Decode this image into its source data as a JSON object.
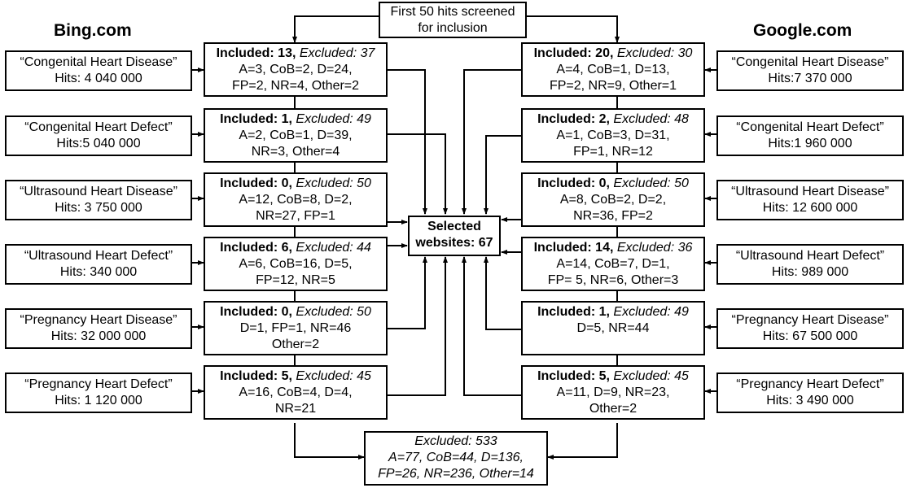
{
  "top": {
    "line1": "First 50 hits screened",
    "line2": "for inclusion"
  },
  "bing": {
    "title": "Bing.com",
    "rows": [
      {
        "query": "“Congenital Heart Disease”",
        "hits": "Hits: 4 040 000",
        "inc_label": "Included:",
        "inc": "13,",
        "exc": "Excluded: 37",
        "l2": "A=3, CoB=2, D=24,",
        "l3": "FP=2, NR=4, Other=2"
      },
      {
        "query": "“Congenital Heart Defect”",
        "hits": "Hits:5 040 000",
        "inc_label": "Included:",
        "inc": "1,",
        "exc": "Excluded: 49",
        "l2": "A=2, CoB=1, D=39,",
        "l3": "NR=3, Other=4"
      },
      {
        "query": "“Ultrasound Heart Disease”",
        "hits": "Hits: 3 750 000",
        "inc_label": "Included:",
        "inc": "0,",
        "exc": "Excluded: 50",
        "l2": "A=12, CoB=8, D=2,",
        "l3": "NR=27, FP=1"
      },
      {
        "query": "“Ultrasound Heart Defect”",
        "hits": "Hits: 340 000",
        "inc_label": "Included:",
        "inc": "6,",
        "exc": "Excluded: 44",
        "l2": "A=6, CoB=16, D=5,",
        "l3": "FP=12, NR=5"
      },
      {
        "query": "“Pregnancy Heart Disease”",
        "hits": "Hits: 32 000 000",
        "inc_label": "Included:",
        "inc": "0,",
        "exc": "Excluded: 50",
        "l2": "D=1, FP=1, NR=46",
        "l3": "Other=2"
      },
      {
        "query": "“Pregnancy Heart Defect”",
        "hits": "Hits: 1 120 000",
        "inc_label": "Included:",
        "inc": "5,",
        "exc": "Excluded: 45",
        "l2": "A=16, CoB=4, D=4,",
        "l3": "NR=21"
      }
    ]
  },
  "google": {
    "title": "Google.com",
    "rows": [
      {
        "query": "“Congenital Heart Disease”",
        "hits": "Hits:7 370 000",
        "inc_label": "Included:",
        "inc": "20,",
        "exc": "Excluded: 30",
        "l2": "A=4, CoB=1, D=13,",
        "l3": "FP=2, NR=9, Other=1"
      },
      {
        "query": "“Congenital Heart Defect”",
        "hits": "Hits:1 960 000",
        "inc_label": "Included:",
        "inc": "2,",
        "exc": "Excluded: 48",
        "l2": "A=1, CoB=3, D=31,",
        "l3": "FP=1, NR=12"
      },
      {
        "query": "“Ultrasound Heart Disease”",
        "hits": "Hits: 12 600 000",
        "inc_label": "Included:",
        "inc": "0,",
        "exc": "Excluded: 50",
        "l2": "A=8, CoB=2, D=2,",
        "l3": "NR=36, FP=2"
      },
      {
        "query": "“Ultrasound Heart Defect”",
        "hits": "Hits: 989 000",
        "inc_label": "Included:",
        "inc": "14,",
        "exc": "Excluded: 36",
        "l2": "A=14, CoB=7, D=1,",
        "l3": "FP= 5, NR=6, Other=3"
      },
      {
        "query": "“Pregnancy Heart Disease”",
        "hits": "Hits: 67 500 000",
        "inc_label": "Included:",
        "inc": "1,",
        "exc": "Excluded: 49",
        "l2": "D=5, NR=44",
        "l3": ""
      },
      {
        "query": "“Pregnancy Heart Defect”",
        "hits": "Hits: 3 490 000",
        "inc_label": "Included:",
        "inc": "5,",
        "exc": "Excluded: 45",
        "l2": "A=11, D=9, NR=23,",
        "l3": "Other=2"
      }
    ]
  },
  "selected": {
    "line1": "Selected",
    "line2": "websites: 67"
  },
  "excluded_total": {
    "line1": "Excluded: 533",
    "line2": "A=77, CoB=44, D=136,",
    "line3": "FP=26, NR=236, Other=14"
  }
}
